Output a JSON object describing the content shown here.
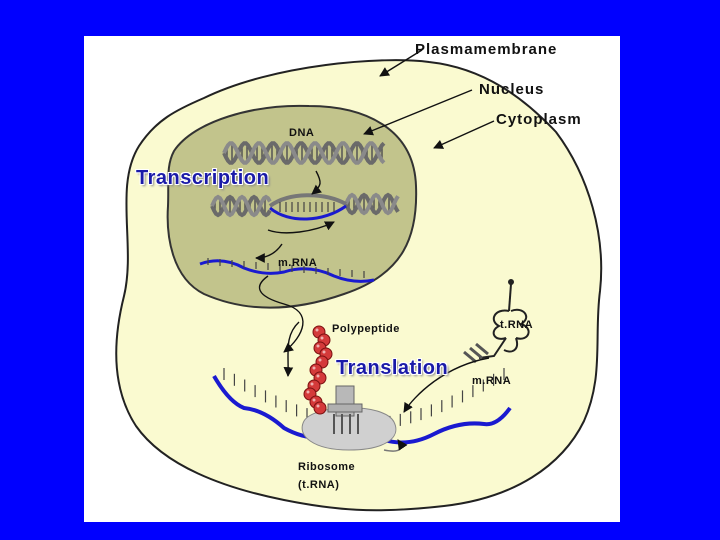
{
  "labels": {
    "plasma_membrane": "Plasmamembrane",
    "nucleus": "Nucleus",
    "cytoplasm": "Cytoplasm",
    "dna": "DNA",
    "transcription": "Transcription",
    "mrna_nucleus": "m.RNA",
    "polypeptide": "Polypeptide",
    "trna": "t.RNA",
    "translation": "Translation",
    "mrna_cytoplasm": "m.RNA",
    "ribosome_line1": "Ribosome",
    "ribosome_line2": "(t.RNA)"
  },
  "colors": {
    "background": "#0000ff",
    "cytoplasm_fill": "#fafad0",
    "nucleus_fill": "#c2c48c",
    "rna_strand": "#1a1ad0",
    "polypeptide": "#d43a3a",
    "title_text": "#1a1aa8"
  }
}
